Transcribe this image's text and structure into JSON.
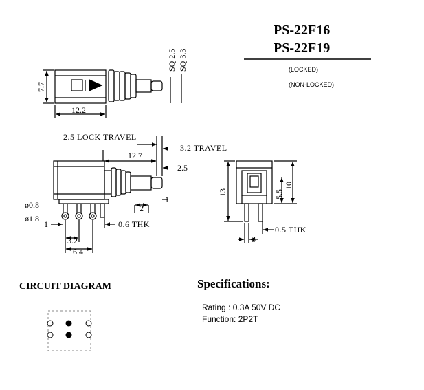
{
  "models": [
    "PS-22F16",
    "PS-22F19"
  ],
  "states": [
    "(LOCKED)",
    "(NON-LOCKED)"
  ],
  "top_view": {
    "height": "7.7",
    "width": "12.2",
    "sq_labels": [
      "SQ 2.5",
      "SQ 3.3"
    ]
  },
  "side_view": {
    "lock_travel": "2.5 LOCK TRAVEL",
    "travel": "3.2 TRAVEL",
    "body_len": "12.7",
    "plunger": "2.5",
    "dim_1_right": "1",
    "dim_2": "2",
    "hole_small": "ø0.8",
    "hole_large": "ø1.8",
    "dim_1_left": "1",
    "thk": "0.6 THK",
    "pitch": "3.2",
    "span": "6.4"
  },
  "end_view": {
    "height": "13",
    "width": "10",
    "inner": "5.5",
    "thk": "0.5 THK",
    "pin": "3"
  },
  "circuit": {
    "title": "CIRCUIT DIAGRAM"
  },
  "specs": {
    "title": "Specifications:",
    "rating": "Rating : 0.3A 50V DC",
    "function": "Function: 2P2T"
  }
}
